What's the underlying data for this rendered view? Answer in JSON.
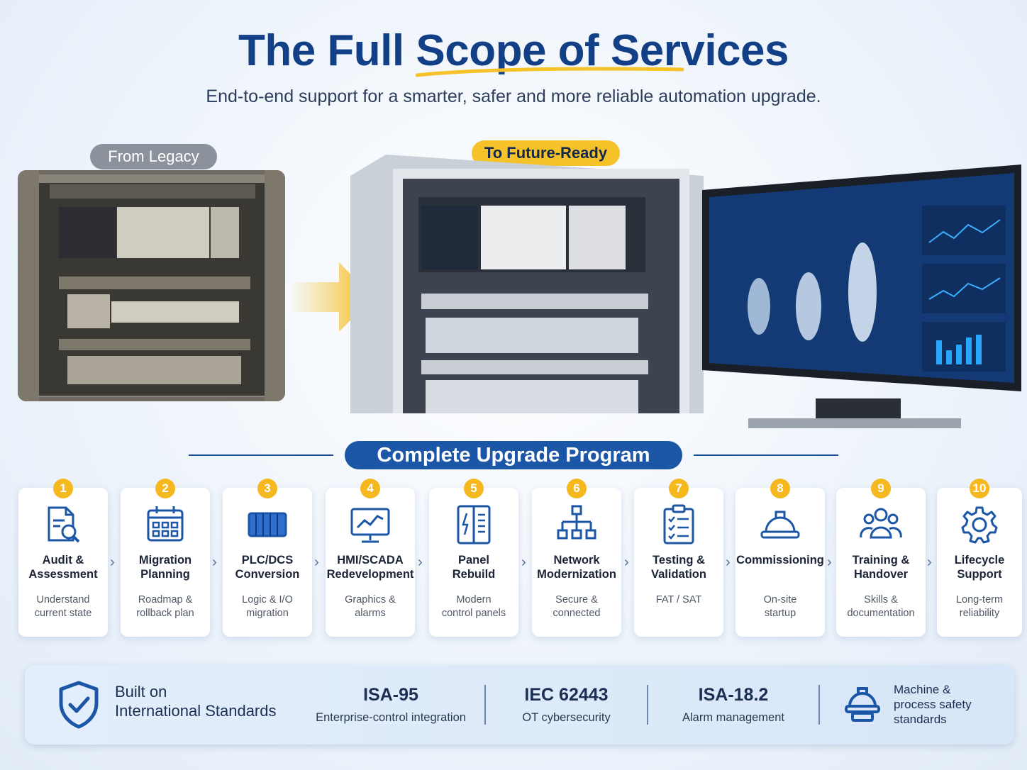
{
  "header": {
    "title_part1": "The Full ",
    "title_part2": "Scope of Services",
    "subtitle": "End-to-end support for a smarter, safer and more reliable automation upgrade."
  },
  "transition": {
    "from_label": "From Legacy",
    "to_label": "To Future-Ready"
  },
  "program": {
    "title": "Complete Upgrade Program",
    "steps": [
      {
        "number": "1",
        "title_line1": "Audit &",
        "title_line2": "Assessment",
        "desc_line1": "Understand",
        "desc_line2": "current state",
        "icon": "audit-icon"
      },
      {
        "number": "2",
        "title_line1": "Migration",
        "title_line2": "Planning",
        "desc_line1": "Roadmap &",
        "desc_line2": "rollback plan",
        "icon": "calendar-icon"
      },
      {
        "number": "3",
        "title_line1": "PLC/DCS",
        "title_line2": "Conversion",
        "desc_line1": "Logic & I/O",
        "desc_line2": "migration",
        "icon": "plc-module-icon"
      },
      {
        "number": "4",
        "title_line1": "HMI/SCADA",
        "title_line2": "Redevelopment",
        "desc_line1": "Graphics &",
        "desc_line2": "alarms",
        "icon": "monitor-chart-icon"
      },
      {
        "number": "5",
        "title_line1": "Panel",
        "title_line2": "Rebuild",
        "desc_line1": "Modern",
        "desc_line2": "control panels",
        "icon": "panel-icon"
      },
      {
        "number": "6",
        "title_line1": "Network",
        "title_line2": "Modernization",
        "desc_line1": "Secure &",
        "desc_line2": "connected",
        "icon": "network-icon"
      },
      {
        "number": "7",
        "title_line1": "Testing &",
        "title_line2": "Validation",
        "desc_line1": "FAT / SAT",
        "desc_line2": "",
        "icon": "checklist-icon"
      },
      {
        "number": "8",
        "title_line1": "Commissioning",
        "title_line2": "",
        "desc_line1": "On-site",
        "desc_line2": "startup",
        "icon": "hard-hat-icon"
      },
      {
        "number": "9",
        "title_line1": "Training &",
        "title_line2": "Handover",
        "desc_line1": "Skills &",
        "desc_line2": "documentation",
        "icon": "team-icon"
      },
      {
        "number": "10",
        "title_line1": "Lifecycle",
        "title_line2": "Support",
        "desc_line1": "Long-term",
        "desc_line2": "reliability",
        "icon": "gear-icon"
      }
    ]
  },
  "standards": {
    "heading_line1": "Built on",
    "heading_line2": "International Standards",
    "items": [
      {
        "name": "ISA-95",
        "desc": "Enterprise-control integration"
      },
      {
        "name": "IEC 62443",
        "desc": "OT cybersecurity"
      },
      {
        "name": "ISA-18.2",
        "desc": "Alarm management"
      }
    ],
    "safety_line1": "Machine &",
    "safety_line2": "process safety",
    "safety_line3": "standards"
  },
  "colors": {
    "primary_blue": "#123f86",
    "banner_blue": "#1c56a6",
    "accent_yellow": "#f5c22a",
    "legacy_gray": "#8b929c"
  }
}
